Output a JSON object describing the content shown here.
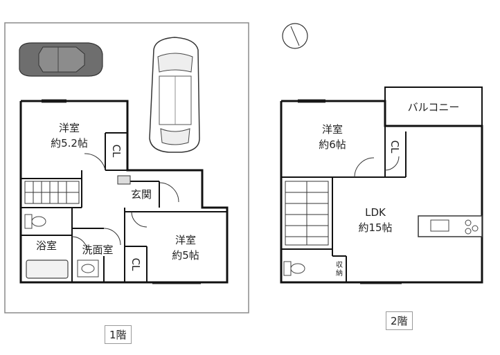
{
  "floor1": {
    "label": "1階",
    "rooms": {
      "western_a_name": "洋室",
      "western_a_size": "約5.2帖",
      "closet_a": "CL",
      "entrance": "玄関",
      "western_b_name": "洋室",
      "western_b_size": "約5帖",
      "closet_b": "CL",
      "bath": "浴室",
      "washroom": "洗面室"
    }
  },
  "floor2": {
    "label": "2階",
    "rooms": {
      "balcony": "バルコニー",
      "western_name": "洋室",
      "western_size": "約6帖",
      "closet": "CL",
      "ldk_name": "LDK",
      "ldk_size": "約15帖",
      "storage_line1": "収",
      "storage_line2": "納"
    }
  },
  "compass": {
    "icon": "north-compass-icon"
  },
  "colors": {
    "wall": "#111111",
    "car_dark": "#6e6e6e",
    "site_border": "#8a8a8a"
  }
}
